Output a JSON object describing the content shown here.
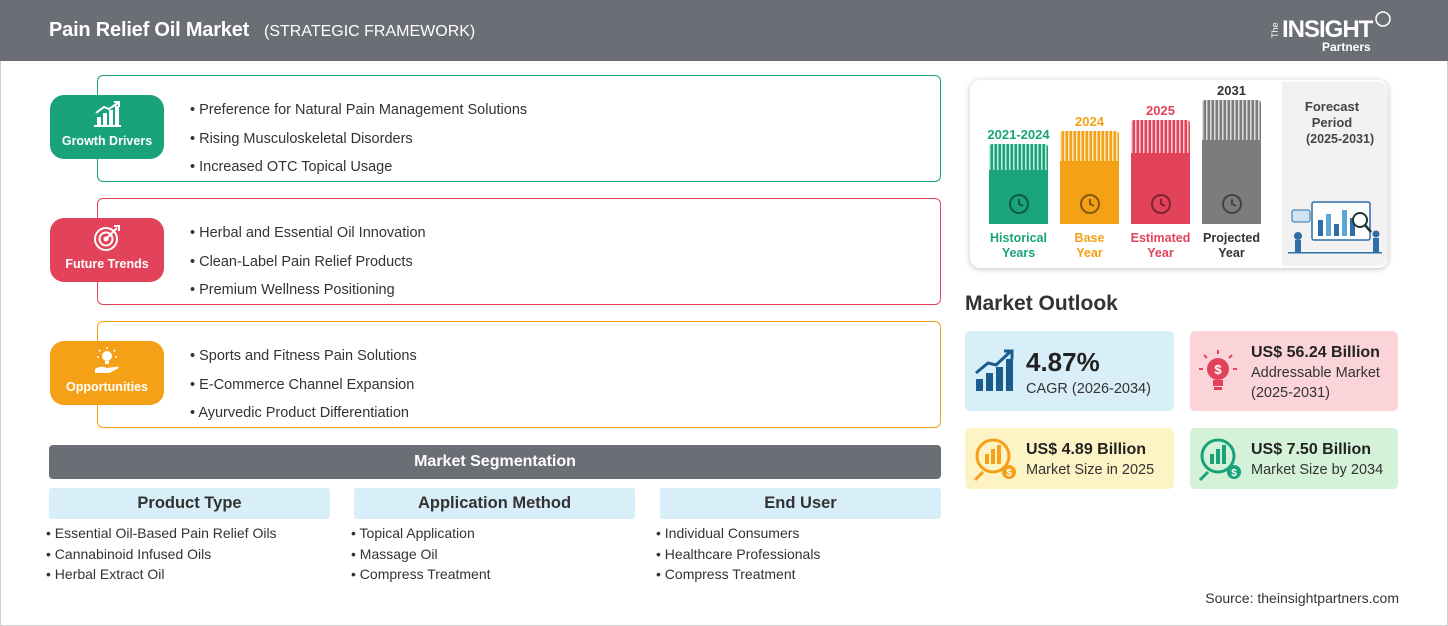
{
  "header": {
    "title": "Pain Relief Oil Market",
    "subtitle": "(STRATEGIC FRAMEWORK)",
    "logo_prefix": "The",
    "logo_main": "INSIGHT",
    "logo_sub": "Partners"
  },
  "categories": [
    {
      "label": "Growth Drivers",
      "color": "#1aa37a",
      "icon": "growth-chart-icon",
      "items": [
        "Preference for Natural Pain Management Solutions",
        "Rising Musculoskeletal Disorders",
        "Increased OTC Topical Usage"
      ]
    },
    {
      "label": "Future Trends",
      "color": "#e2435a",
      "icon": "target-icon",
      "items": [
        "Herbal and Essential Oil Innovation",
        "Clean-Label Pain Relief Products",
        "Premium Wellness Positioning"
      ]
    },
    {
      "label": "Opportunities",
      "color": "#f4a118",
      "icon": "lightbulb-hand-icon",
      "items": [
        "Sports and Fitness Pain Solutions",
        "E-Commerce Channel Expansion",
        "Ayurvedic Product Differentiation"
      ]
    }
  ],
  "segmentation": {
    "title": "Market Segmentation",
    "columns": [
      {
        "heading": "Product Type",
        "items": [
          "Essential Oil-Based Pain Relief Oils",
          "Cannabinoid Infused Oils",
          "Herbal Extract Oil"
        ]
      },
      {
        "heading": "Application Method",
        "items": [
          "Topical Application",
          "Massage Oil",
          "Compress Treatment"
        ]
      },
      {
        "heading": "End User",
        "items": [
          "Individual Consumers",
          "Healthcare Professionals",
          "Compress Treatment"
        ]
      }
    ]
  },
  "timeline": {
    "periods": [
      {
        "year": "2021-2024",
        "label_line1": "Historical",
        "label_line2": "Years",
        "color": "#19a47c",
        "icon": "history-icon"
      },
      {
        "year": "2024",
        "label_line1": "Base",
        "label_line2": "Year",
        "color": "#f4a118",
        "icon": "calendar-icon"
      },
      {
        "year": "2025",
        "label_line1": "Estimated",
        "label_line2": "Year",
        "color": "#e2435a",
        "icon": "estimate-icon"
      },
      {
        "year": "2031",
        "label_line1": "Projected",
        "label_line2": "Year",
        "color": "#7c7c7c",
        "icon": "presentation-icon"
      }
    ],
    "forecast_label_1": "Forecast",
    "forecast_label_2": "Period",
    "forecast_years": "(2025-2031)"
  },
  "outlook": {
    "title": "Market Outlook",
    "cards": [
      {
        "value": "4.87%",
        "line1": "CAGR (2026-2034)",
        "line2": "",
        "bg": "#d8eef9",
        "icon": "growth-bars-icon"
      },
      {
        "value": "US$ 56.24 Billion",
        "line1": "Addressable Market",
        "line2": "(2025-2031)",
        "bg": "#fad4d8",
        "icon": "lightbulb-icon"
      },
      {
        "value": "US$ 4.89 Billion",
        "line1": "Market Size in 2025",
        "line2": "",
        "bg": "#fdf3c4",
        "icon": "money-chart-icon"
      },
      {
        "value": "US$ 7.50 Billion",
        "line1": "Market Size by 2034",
        "line2": "",
        "bg": "#d4f2d8",
        "icon": "money-chart-icon"
      }
    ]
  },
  "source": "Source: theinsightpartners.com"
}
